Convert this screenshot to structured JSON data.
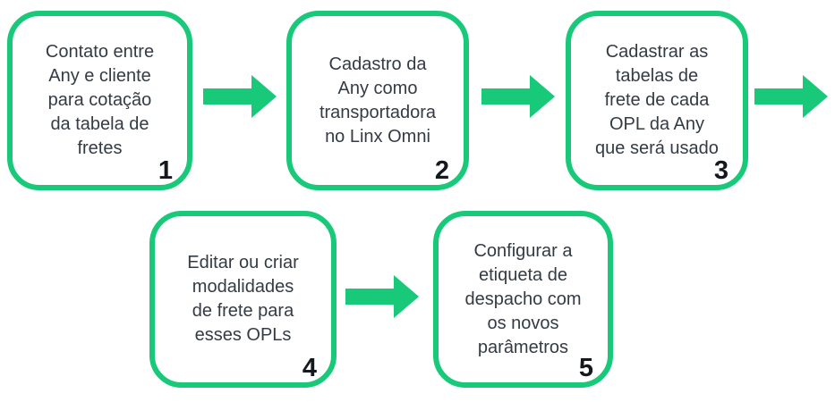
{
  "diagram": {
    "type": "flowchart",
    "background_color": "#ffffff",
    "accent_color": "#17c979",
    "text_color": "#333b44",
    "number_color": "#15181c",
    "steps": [
      {
        "number": "1",
        "label": "Contato entre\nAny e cliente\npara cotação\nda tabela de\nfretes"
      },
      {
        "number": "2",
        "label": "Cadastro da\nAny como\ntransportadora\nno Linx Omni"
      },
      {
        "number": "3",
        "label": "Cadastrar as\ntabelas de\nfrete de cada\nOPL da Any\nque será usado"
      },
      {
        "number": "4",
        "label": "Editar ou criar\nmodalidades\nde frete para\nesses OPLs"
      },
      {
        "number": "5",
        "label": "Configurar a\netiqueta de\ndespacho com\nos novos\nparâmetros"
      }
    ],
    "connectors": [
      {
        "from": "1",
        "to": "2",
        "direction": "right"
      },
      {
        "from": "2",
        "to": "3",
        "direction": "right"
      },
      {
        "from": "3",
        "to": "4",
        "direction": "right"
      },
      {
        "from": "4",
        "to": "5",
        "direction": "right"
      }
    ]
  }
}
